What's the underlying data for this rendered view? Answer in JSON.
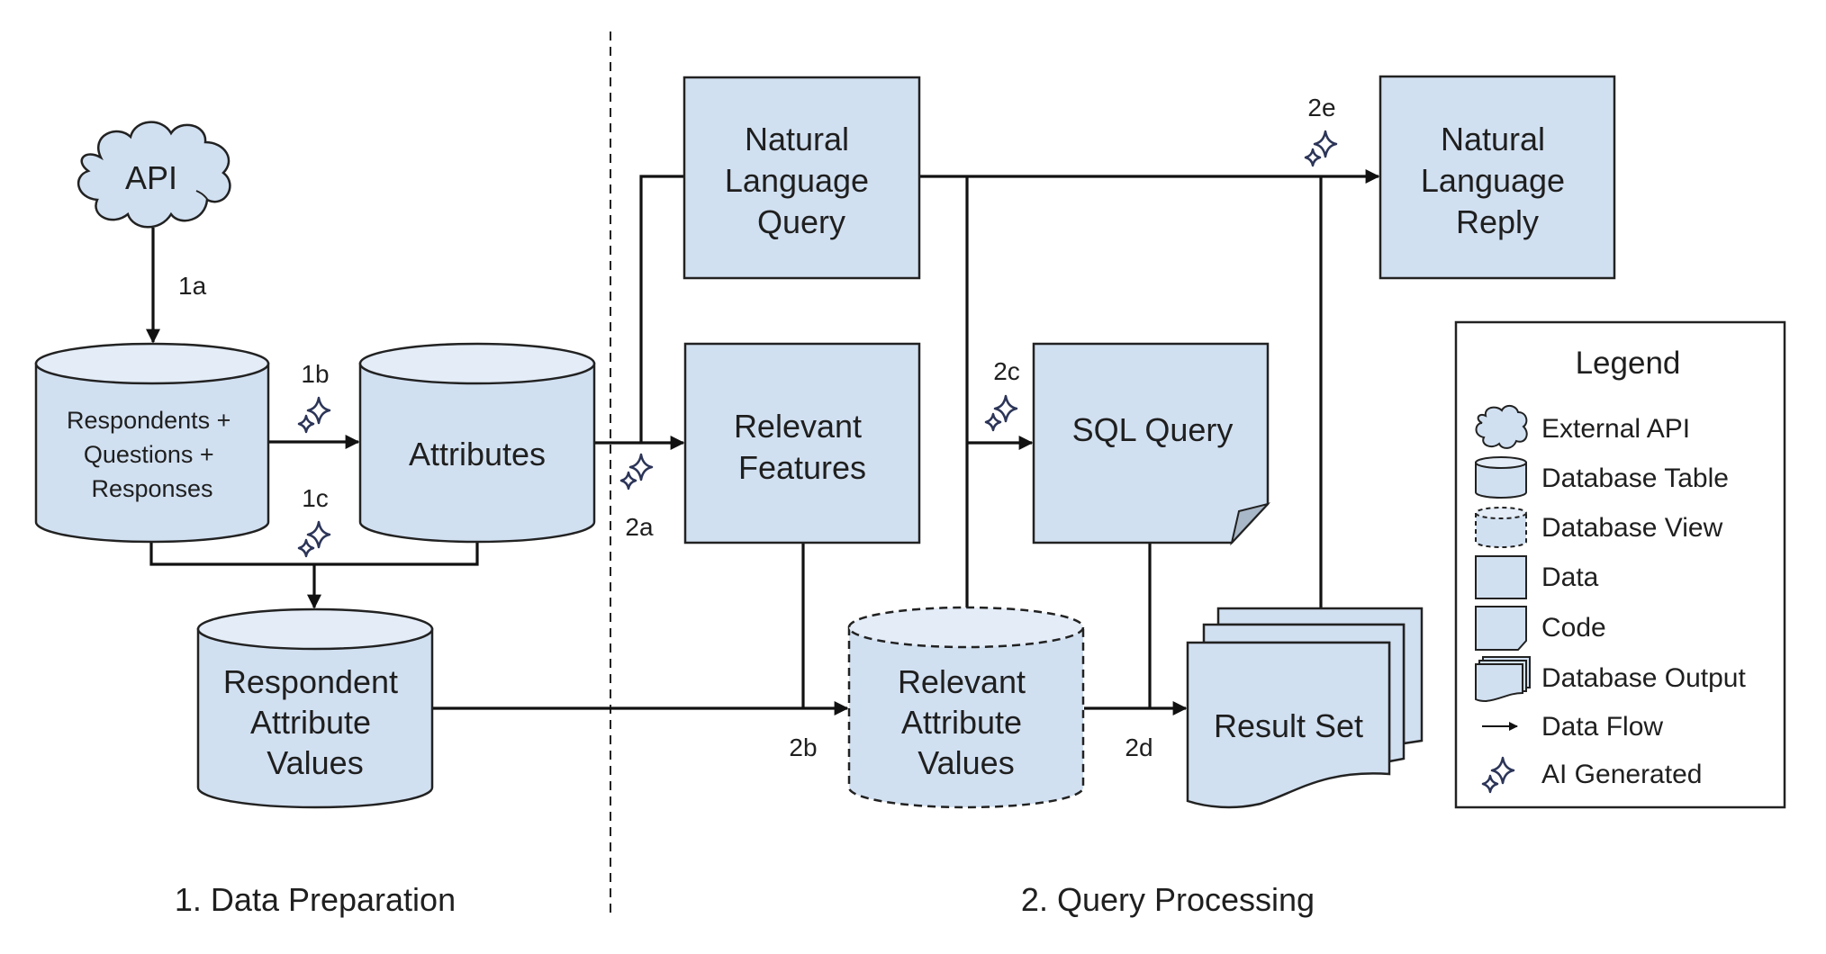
{
  "diagram": {
    "sections": {
      "data_preparation": "1. Data Preparation",
      "query_processing": "2. Query Processing"
    },
    "nodes": {
      "api": {
        "label": "API",
        "type": "External API"
      },
      "respondents": {
        "lines": [
          "Respondents +",
          "Questions +",
          "Responses"
        ],
        "type": "Database Table"
      },
      "attributes": {
        "label": "Attributes",
        "type": "Database Table"
      },
      "respondent_attribute_values": {
        "lines": [
          "Respondent",
          "Attribute",
          "Values"
        ],
        "type": "Database Table"
      },
      "natural_language_query": {
        "lines": [
          "Natural",
          "Language",
          "Query"
        ],
        "type": "Data"
      },
      "relevant_features": {
        "lines": [
          "Relevant",
          "Features"
        ],
        "type": "Data"
      },
      "sql_query": {
        "label": "SQL Query",
        "type": "Code"
      },
      "relevant_attribute_values": {
        "lines": [
          "Relevant",
          "Attribute",
          "Values"
        ],
        "type": "Database View"
      },
      "result_set": {
        "label": "Result Set",
        "type": "Database Output"
      },
      "natural_language_reply": {
        "lines": [
          "Natural",
          "Language",
          "Reply"
        ],
        "type": "Data"
      }
    },
    "steps": {
      "s1a": {
        "label": "1a",
        "ai_generated": false
      },
      "s1b": {
        "label": "1b",
        "ai_generated": true
      },
      "s1c": {
        "label": "1c",
        "ai_generated": true
      },
      "s2a": {
        "label": "2a",
        "ai_generated": true
      },
      "s2b": {
        "label": "2b",
        "ai_generated": false
      },
      "s2c": {
        "label": "2c",
        "ai_generated": true
      },
      "s2d": {
        "label": "2d",
        "ai_generated": false
      },
      "s2e": {
        "label": "2e",
        "ai_generated": true
      }
    },
    "edges": [
      {
        "from": "API",
        "to": "Respondents + Questions + Responses",
        "step": "1a"
      },
      {
        "from": "Respondents + Questions + Responses",
        "to": "Attributes",
        "step": "1b"
      },
      {
        "from": "Respondents + Questions + Responses + Attributes",
        "to": "Respondent Attribute Values",
        "step": "1c"
      },
      {
        "from": "Attributes + Natural Language Query",
        "to": "Relevant Features",
        "step": "2a"
      },
      {
        "from": "Respondent Attribute Values + Relevant Features",
        "to": "Relevant Attribute Values",
        "step": "2b"
      },
      {
        "from": "Natural Language Query + Relevant Attribute Values",
        "to": "SQL Query",
        "step": "2c"
      },
      {
        "from": "Relevant Attribute Values + SQL Query",
        "to": "Result Set",
        "step": "2d"
      },
      {
        "from": "Natural Language Query + Result Set",
        "to": "Natural Language Reply",
        "step": "2e"
      }
    ],
    "legend": {
      "title": "Legend",
      "items": [
        {
          "icon": "cloud-icon",
          "label": "External API"
        },
        {
          "icon": "cylinder-icon",
          "label": "Database Table"
        },
        {
          "icon": "dashed-cylinder-icon",
          "label": "Database View"
        },
        {
          "icon": "rectangle-icon",
          "label": "Data"
        },
        {
          "icon": "folded-page-icon",
          "label": "Code"
        },
        {
          "icon": "stacked-pages-icon",
          "label": "Database Output"
        },
        {
          "icon": "arrow-icon",
          "label": "Data Flow"
        },
        {
          "icon": "sparkle-icon",
          "label": "AI Generated"
        }
      ]
    },
    "colors": {
      "node_fill": "#d1e0f1",
      "node_cap_fill": "#e3ecf7",
      "stroke": "#222222",
      "sparkle": "#2c3558",
      "code_fold": "#a9b8c8"
    }
  }
}
